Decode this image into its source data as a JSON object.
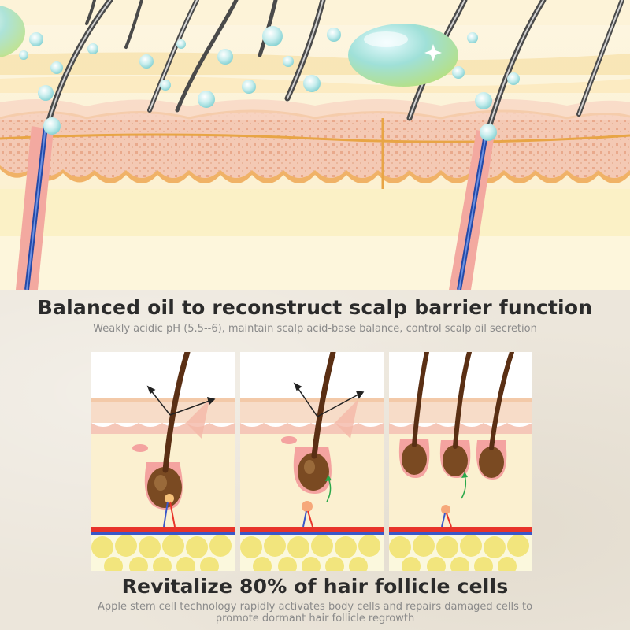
{
  "section1": {
    "title": "Balanced oil to reconstruct scalp barrier function",
    "subtitle": "Weakly acidic pH (5.5--6), maintain scalp acid-base balance, control scalp oil secretion"
  },
  "section2": {
    "title": "Revitalize 80% of hair follicle cells",
    "subtitle": "Apple stem cell technology rapidly activates body cells and repairs damaged cells to promote dormant hair follicle regrowth"
  },
  "colors": {
    "skin_pink": "#f2c2a8",
    "skin_orange": "#e8a545",
    "fat_yellow": "#f3ecb0",
    "hair_dark": "#5a2f14",
    "follicle_bulb": "#7a4a22",
    "droplet": "#bfe8e8"
  },
  "panels": [
    {
      "stage": "stage-1",
      "hairs": 1,
      "arrows": "upward-deflect"
    },
    {
      "stage": "stage-2",
      "hairs": 1,
      "arrows": "upward-deflect-and-regrow"
    },
    {
      "stage": "stage-3",
      "hairs": 3,
      "arrows": "regrow"
    }
  ]
}
